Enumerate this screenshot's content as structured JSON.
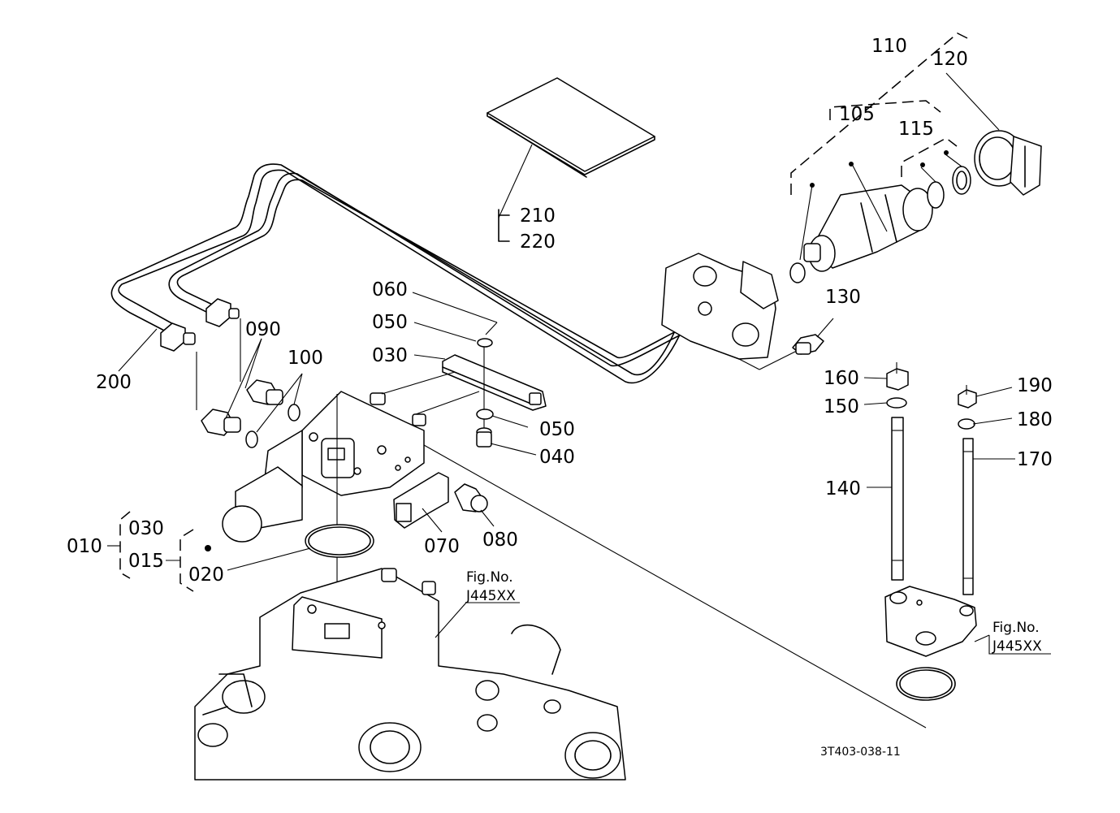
{
  "diagram_code": "3T403-038-11",
  "figure_refs": {
    "valve_body": "Fig.No.\nJ445XX",
    "bracket": "Fig.No.\nJ445XX"
  },
  "fig_ref_line1": "Fig.No.",
  "fig_ref_line2": "J445XX",
  "parts": [
    {
      "no": "010"
    },
    {
      "no": "015"
    },
    {
      "no": "020"
    },
    {
      "no": "030"
    },
    {
      "no": "040"
    },
    {
      "no": "050"
    },
    {
      "no": "060"
    },
    {
      "no": "070"
    },
    {
      "no": "080"
    },
    {
      "no": "090"
    },
    {
      "no": "100"
    },
    {
      "no": "105"
    },
    {
      "no": "110"
    },
    {
      "no": "115"
    },
    {
      "no": "120"
    },
    {
      "no": "130"
    },
    {
      "no": "140"
    },
    {
      "no": "150"
    },
    {
      "no": "160"
    },
    {
      "no": "170"
    },
    {
      "no": "180"
    },
    {
      "no": "190"
    },
    {
      "no": "200"
    },
    {
      "no": "210"
    },
    {
      "no": "220"
    }
  ],
  "labels": {
    "p010": "010",
    "p015": "015",
    "p020": "020",
    "p030a": "030",
    "p030b": "030",
    "p040": "040",
    "p050a": "050",
    "p050b": "050",
    "p060": "060",
    "p070": "070",
    "p080": "080",
    "p090": "090",
    "p100": "100",
    "p105": "105",
    "p110": "110",
    "p115": "115",
    "p120": "120",
    "p130": "130",
    "p140": "140",
    "p150": "150",
    "p160": "160",
    "p170": "170",
    "p180": "180",
    "p190": "190",
    "p200": "200",
    "p210": "210",
    "p220": "220"
  }
}
